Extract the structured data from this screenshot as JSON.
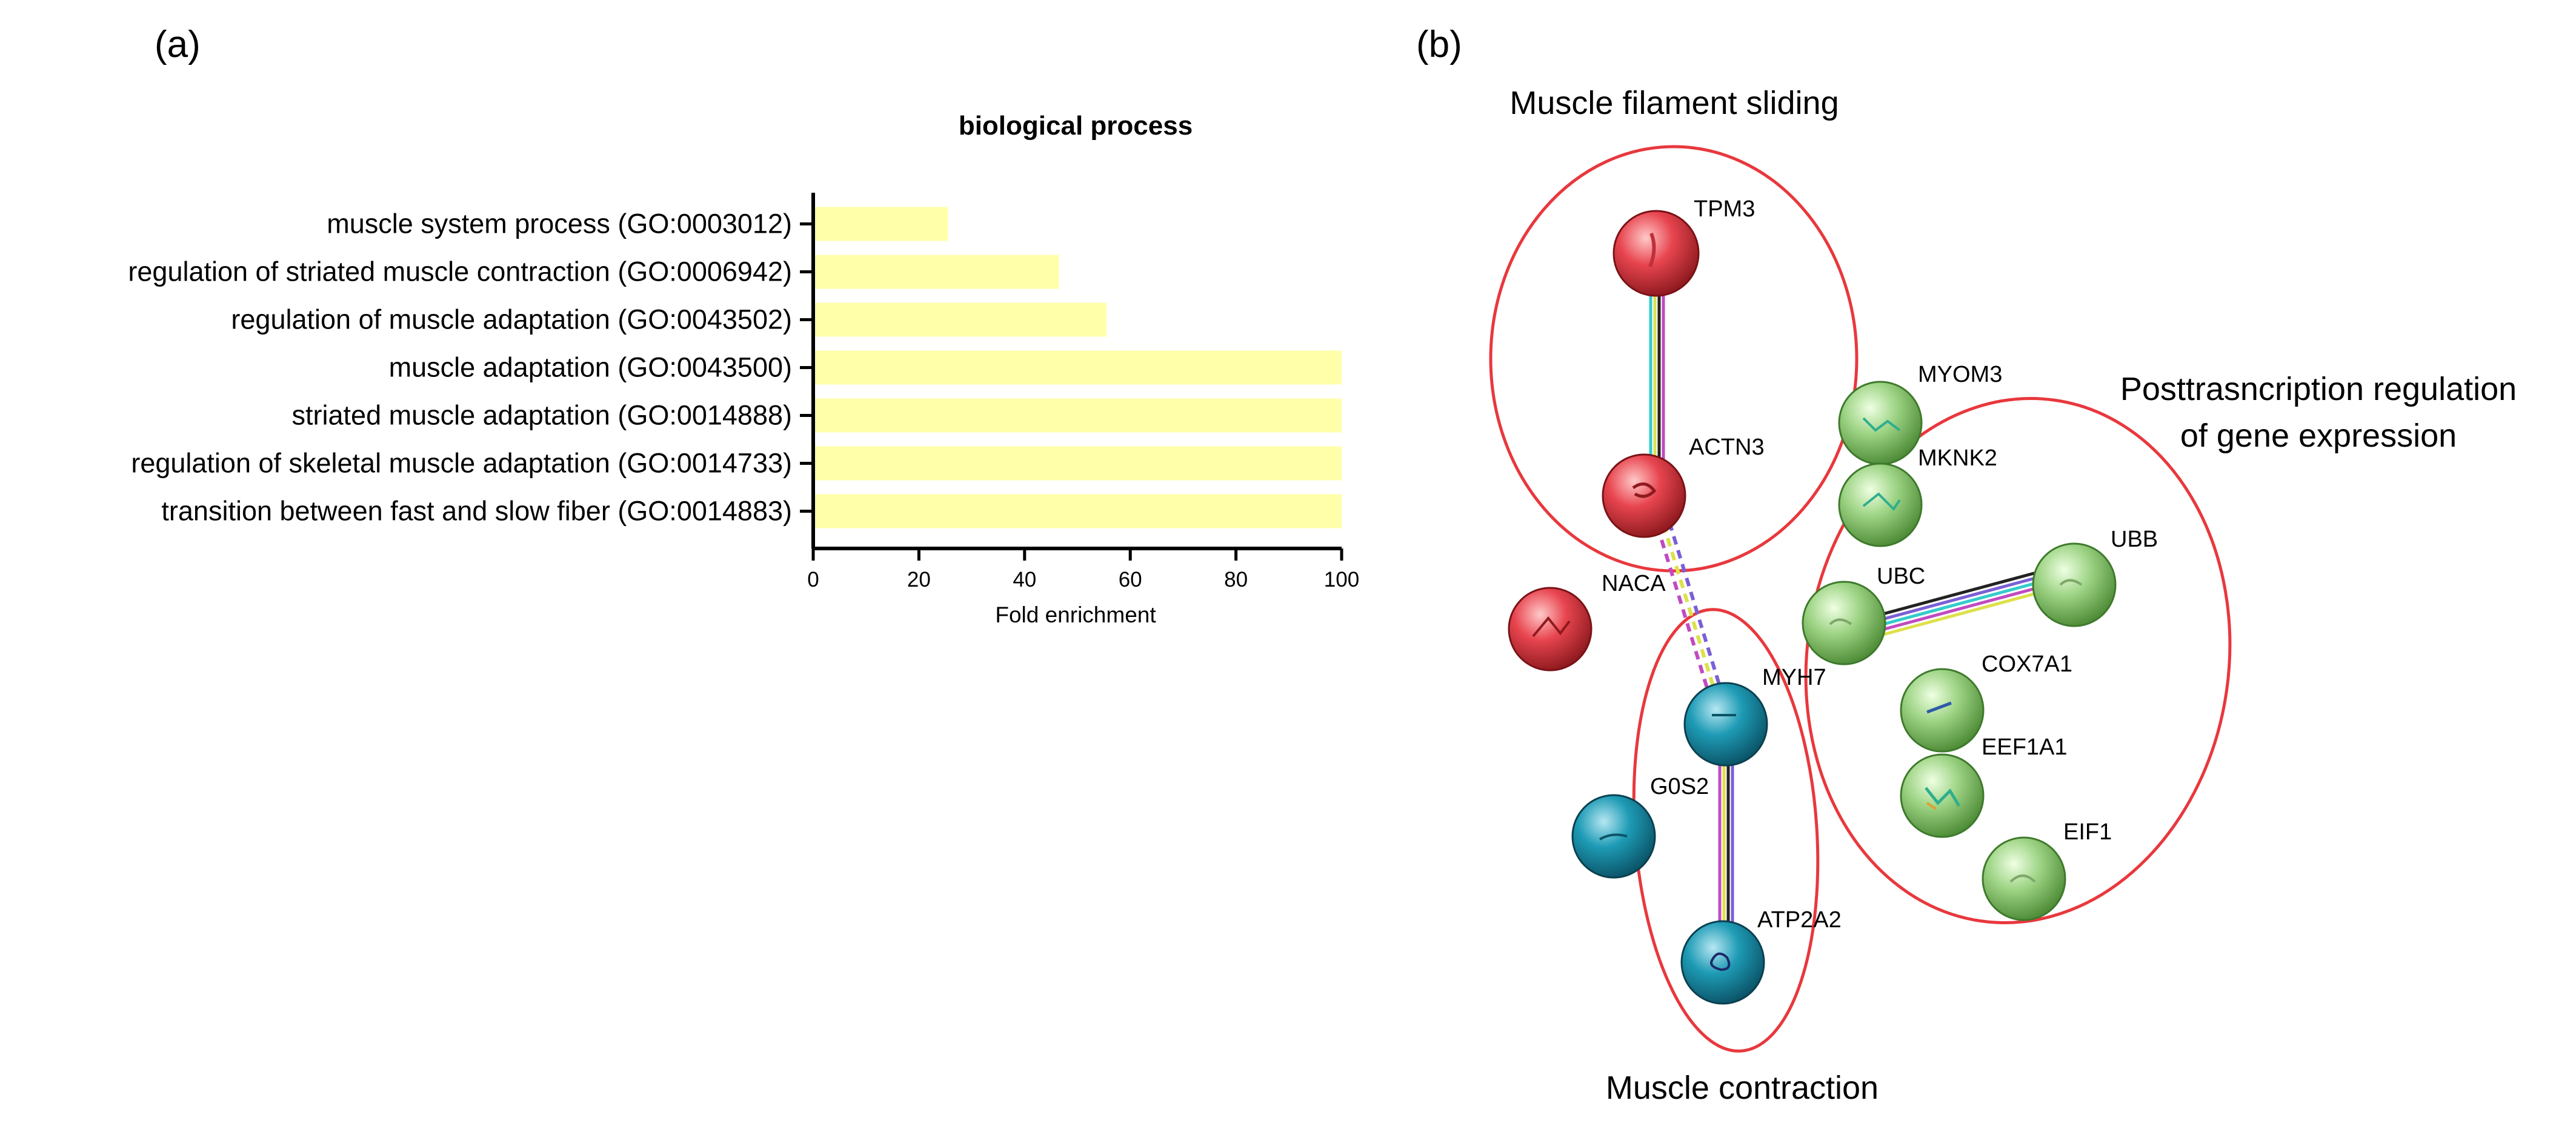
{
  "panels": {
    "a_label": "(a)",
    "b_label": "(b)"
  },
  "chart_data": {
    "type": "bar",
    "orientation": "horizontal",
    "title": "biological process",
    "xlabel": "Fold enrichment",
    "ylabel": "",
    "xlim": [
      0,
      100
    ],
    "x_ticks": [
      "0",
      "20",
      "40",
      "60",
      "80",
      "100"
    ],
    "bar_color": "#FFFFAA",
    "grid": false,
    "categories": [
      "muscle system process (GO:0003012)",
      "regulation of striated muscle contraction (GO:0006942)",
      "regulation of muscle adaptation (GO:0043502)",
      "muscle adaptation (GO:0043500)",
      "striated muscle adaptation (GO:0014888)",
      "regulation of skeletal muscle adaptation (GO:0014733)",
      "transition between fast and slow fiber (GO:0014883)"
    ],
    "values": [
      25.5,
      46.5,
      55.5,
      100,
      100,
      100,
      100
    ]
  },
  "network": {
    "group_labels": {
      "filament": "Muscle filament sliding",
      "contraction": "Muscle contraction",
      "posttranscription_line1": "Posttrasncription regulation",
      "posttranscription_line2": "of gene expression"
    },
    "colors": {
      "red": "#E8454F",
      "cyan": "#1E9BB5",
      "green": "#8CCB6E",
      "circle": "#E8383D"
    },
    "nodes": {
      "TPM3": "TPM3",
      "ACTN3": "ACTN3",
      "NACA": "NACA",
      "MYH7": "MYH7",
      "G0S2": "G0S2",
      "ATP2A2": "ATP2A2",
      "MYOM3": "MYOM3",
      "MKNK2": "MKNK2",
      "UBC": "UBC",
      "UBB": "UBB",
      "COX7A1": "COX7A1",
      "EEF1A1": "EEF1A1",
      "EIF1": "EIF1"
    }
  }
}
